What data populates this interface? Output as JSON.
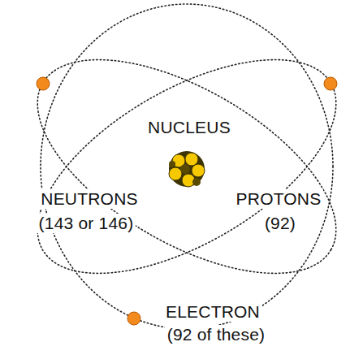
{
  "diagram": {
    "labels": [
      "NUCLEUS",
      "NEUTRONS",
      "(143 or 146)",
      "PROTONS",
      "(92)",
      "ELECTRON",
      "(92 of these)"
    ]
  }
}
